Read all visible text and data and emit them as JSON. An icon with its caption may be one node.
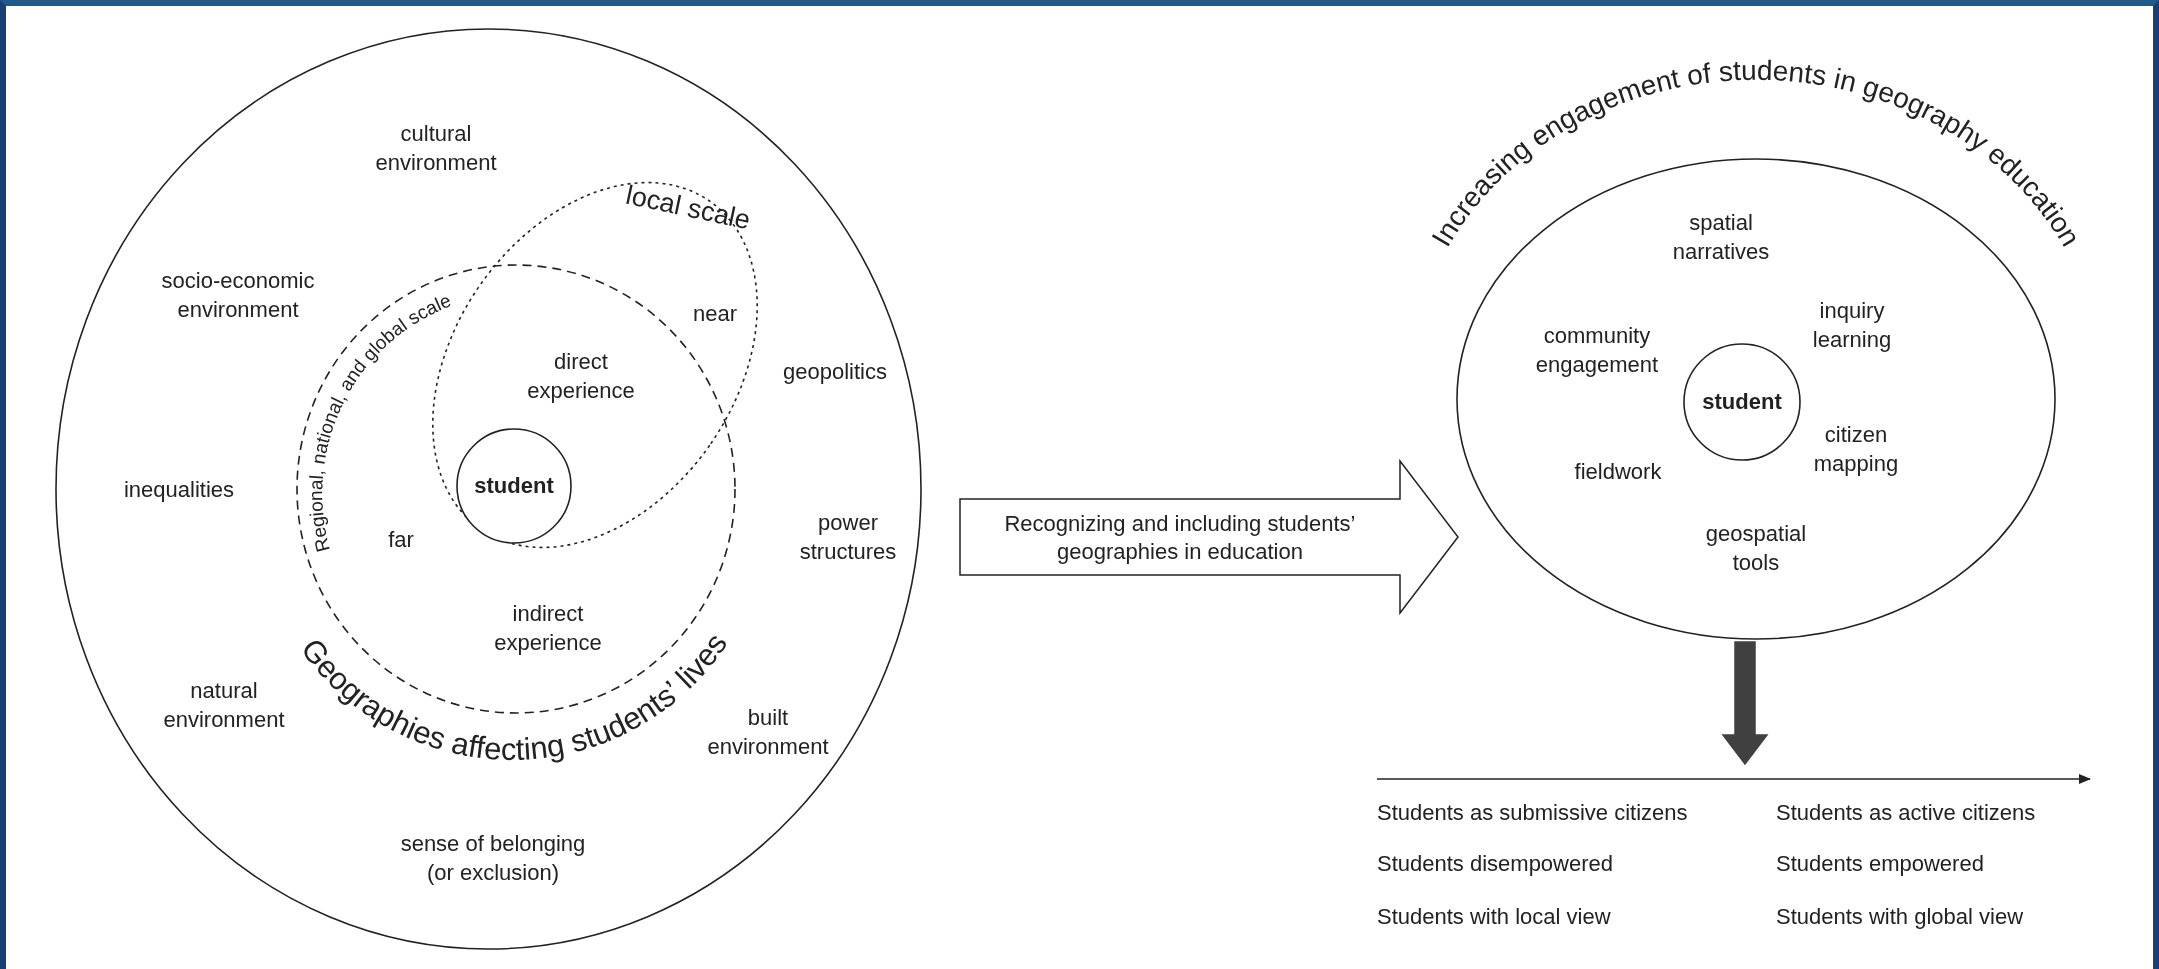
{
  "diagram": {
    "nodes": [
      {
        "text": [],
        "shape": "circle"
      },
      {
        "text": [
          "Regional, national, and global scale",
          "far",
          "indirect experience",
          "Geographies affecting students’ lives"
        ],
        "in": 0
      },
      {
        "text": [
          "local scale",
          "near",
          "direct experience"
        ],
        "in": 0
      },
      {
        "text": [
          "student"
        ]
      },
      {
        "text": [
          "Increasing engagement of students in geography education"
        ]
      },
      {
        "text": [
          "student"
        ],
        "in": 4
      }
    ],
    "edges": [
      {
        "from": 0,
        "to": 4,
        "arrow": "to",
        "label": "Recognizing and including students’ geographies in education"
      },
      {
        "from": 4,
        "to": null,
        "arrow": "to",
        "color": "#404040"
      }
    ],
    "labels": [
      "cultural environment",
      "socio-economic environment",
      "geopolitics",
      "inequalities",
      "power structures",
      "natural environment",
      "built environment",
      "sense of belonging (or exclusion)",
      "spatial narratives",
      "community engagement",
      "inquiry learning",
      "fieldwork",
      "citizen mapping",
      "geospatial tools",
      "Students as submissive citizens",
      "Students as active citizens",
      "Students disempowered",
      "Students empowered",
      "Students with local view",
      "Students with global view"
    ]
  }
}
